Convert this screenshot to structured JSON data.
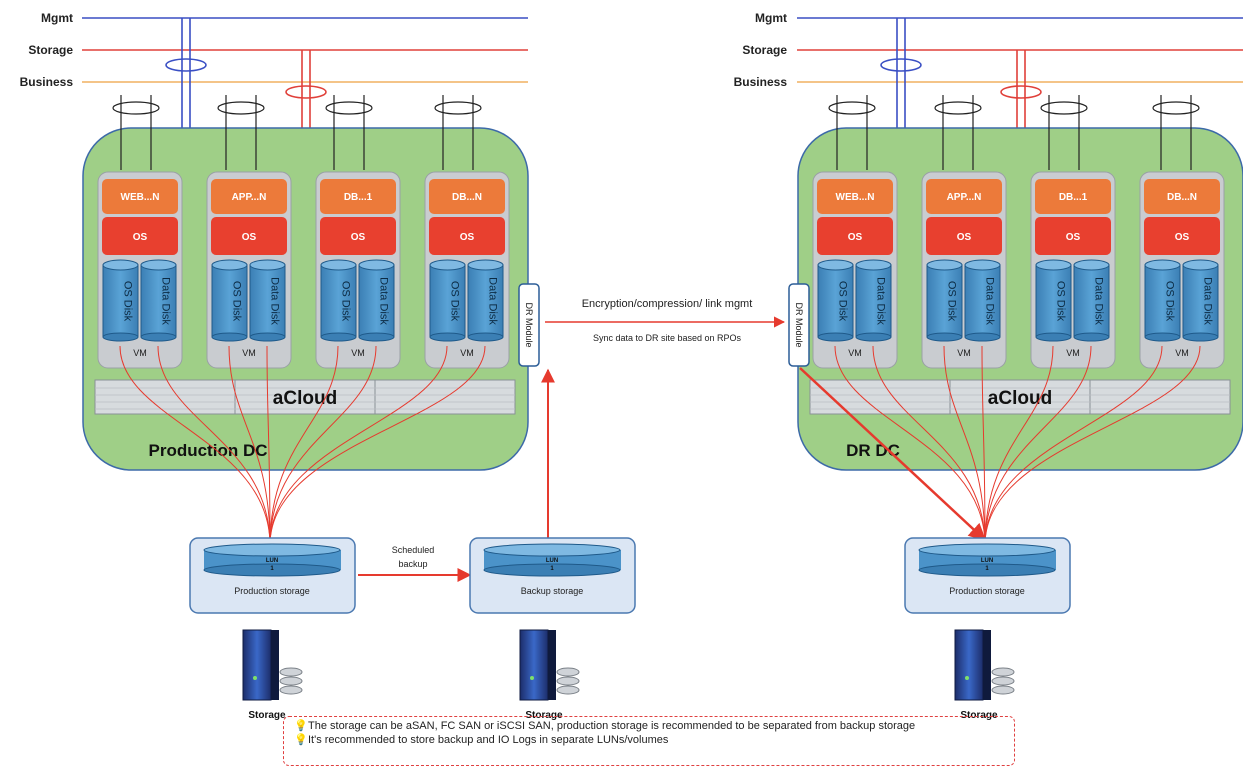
{
  "networks": {
    "mgmt": "Mgmt",
    "storage": "Storage",
    "business": "Business"
  },
  "colors": {
    "mgmt": "#3a4fc4",
    "storage": "#e0403a",
    "business": "#f0b060",
    "cluster": "#9fcf87",
    "orange": "#ec7a3a",
    "os_red": "#e8402f",
    "disk_blue": "#4b93c9",
    "arrow": "#e63a2e"
  },
  "production_dc": {
    "title": "Production DC",
    "platform": "aCloud",
    "dr_module": "DR Module",
    "vms": [
      {
        "app": "WEB...N",
        "os": "OS",
        "disks": [
          "OS Disk",
          "Data Disk"
        ],
        "label": "VM"
      },
      {
        "app": "APP...N",
        "os": "OS",
        "disks": [
          "OS Disk",
          "Data Disk"
        ],
        "label": "VM"
      },
      {
        "app": "DB...1",
        "os": "OS",
        "disks": [
          "OS Disk",
          "Data Disk"
        ],
        "label": "VM"
      },
      {
        "app": "DB...N",
        "os": "OS",
        "disks": [
          "OS Disk",
          "Data Disk"
        ],
        "label": "VM"
      }
    ]
  },
  "dr_dc": {
    "title": "DR DC",
    "platform": "aCloud",
    "dr_module": "DR Module",
    "vms": [
      {
        "app": "WEB...N",
        "os": "OS",
        "disks": [
          "OS Disk",
          "Data Disk"
        ],
        "label": "VM"
      },
      {
        "app": "APP...N",
        "os": "OS",
        "disks": [
          "OS Disk",
          "Data Disk"
        ],
        "label": "VM"
      },
      {
        "app": "DB...1",
        "os": "OS",
        "disks": [
          "OS Disk",
          "Data Disk"
        ],
        "label": "VM"
      },
      {
        "app": "DB...N",
        "os": "OS",
        "disks": [
          "OS Disk",
          "Data Disk"
        ],
        "label": "VM"
      }
    ]
  },
  "link": {
    "top": "Encryption/compression/ link mgmt",
    "bottom": "Sync data to DR site based on RPOs"
  },
  "storage_boxes": {
    "production": {
      "lun": "LUN",
      "lun_num": "1",
      "label": "Production storage"
    },
    "backup": {
      "lun": "LUN",
      "lun_num": "1",
      "label": "Backup storage"
    },
    "dr": {
      "lun": "LUN",
      "lun_num": "1",
      "label": "Production storage"
    }
  },
  "scheduled_backup": [
    "Scheduled",
    "backup"
  ],
  "server_label": "Storage",
  "notes": [
    "The storage can be aSAN, FC SAN or iSCSI SAN, production storage is recommended to be separated from backup storage",
    "It's recommended to store backup and IO Logs in separate LUNs/volumes"
  ]
}
